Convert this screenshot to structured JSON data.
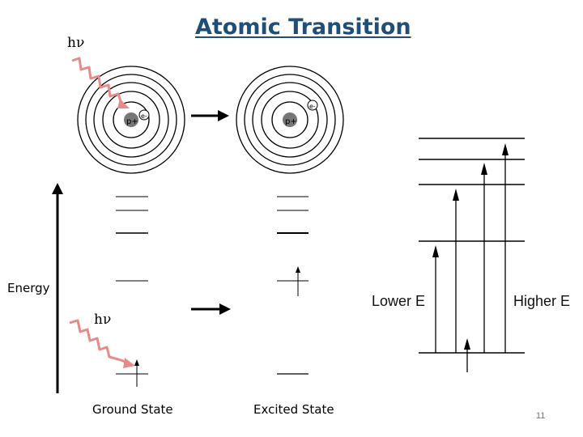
{
  "title": "Atomic Transition",
  "photon_symbol": "hν",
  "labels": {
    "energy": "Energy",
    "ground_state": "Ground State",
    "excited_state": "Excited State",
    "lower_e": "Lower E",
    "higher_e": "Higher E"
  },
  "atom": {
    "proton": "p+",
    "electron": "e-"
  },
  "page_number": "11",
  "colors": {
    "title": "#1f4e79",
    "photon_wave": "#e98a8a"
  }
}
